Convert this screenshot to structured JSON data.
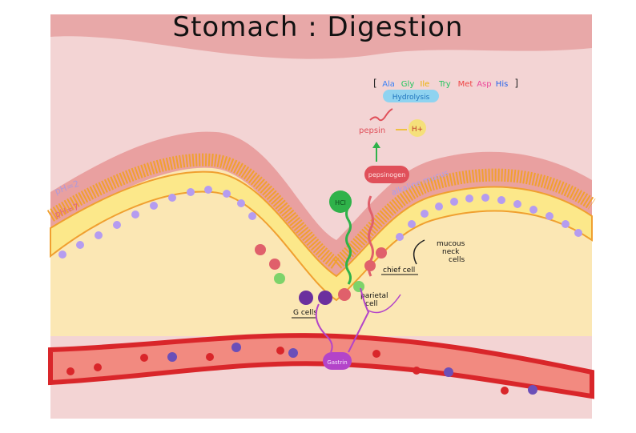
{
  "title": "Stomach : Digestion",
  "amino_acids": {
    "open": "[",
    "close": "]",
    "items": [
      {
        "text": "Ala",
        "color": "#3b82f6"
      },
      {
        "text": "Gly",
        "color": "#22c55e"
      },
      {
        "text": "Ile",
        "color": "#eab308"
      },
      {
        "text": "Try",
        "color": "#22c55e"
      },
      {
        "text": "Met",
        "color": "#ef4444"
      },
      {
        "text": "Asp",
        "color": "#ec4899"
      },
      {
        "text": "His",
        "color": "#2563eb"
      }
    ]
  },
  "labels": {
    "hydrolysis": "Hydrolysis",
    "pepsin": "pepsin",
    "h_plus": "H+",
    "pepsinogen": "pepsinogen",
    "hcl": "HCl",
    "alkaline_mucus": "alkaline mucus",
    "ph_2": "pH=2",
    "ph_7": "pH=7",
    "mucous_neck_cells": [
      "mucous",
      "neck",
      "cells"
    ],
    "chief_cell": "chief cell",
    "parietal_cell": [
      "parietal",
      "cell"
    ],
    "g_cells": "G cells",
    "gastrin": "Gastrin"
  },
  "colors": {
    "stomach_lumen": "#f2c9c9",
    "mucus_layer": "#e89a9a",
    "cell_layer": "#fce88a",
    "submucosa": "#fbe7b4",
    "blood_vessel": "#e8403a",
    "nucleus": "#b59cf0",
    "chief_cell_nucleus": "#e0606b",
    "parietal_cell_nucleus": "#7dd36a",
    "g_cell_nucleus": "#6b2f9e",
    "gastrin": "#b344c9",
    "hcl_color": "#2fb24a"
  }
}
